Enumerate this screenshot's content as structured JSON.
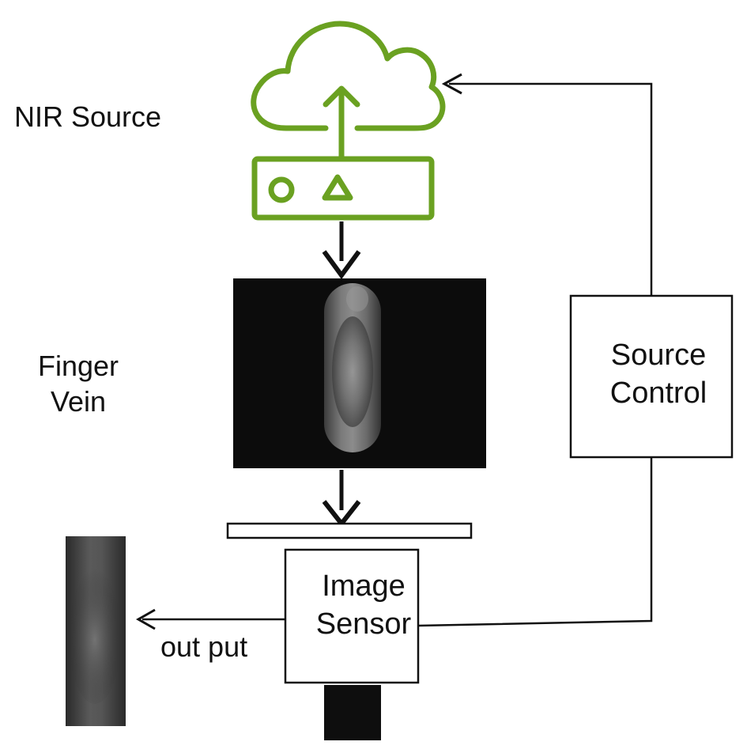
{
  "labels": {
    "nir_source": "NIR Source",
    "finger_vein_line1": "Finger",
    "finger_vein_line2": "Vein",
    "source_control_line1": "Source",
    "source_control_line2": "Control",
    "image_sensor_line1": "Image",
    "image_sensor_line2": "Sensor",
    "output": "out put"
  },
  "colors": {
    "nir_icon": "#6aa121",
    "line": "#111111",
    "image_background": "#0c0c0c"
  },
  "icons": {
    "nir_source": "cloud-upload-device-icon",
    "finger_image": "finger-vein-image",
    "output_image": "output-vein-image"
  }
}
